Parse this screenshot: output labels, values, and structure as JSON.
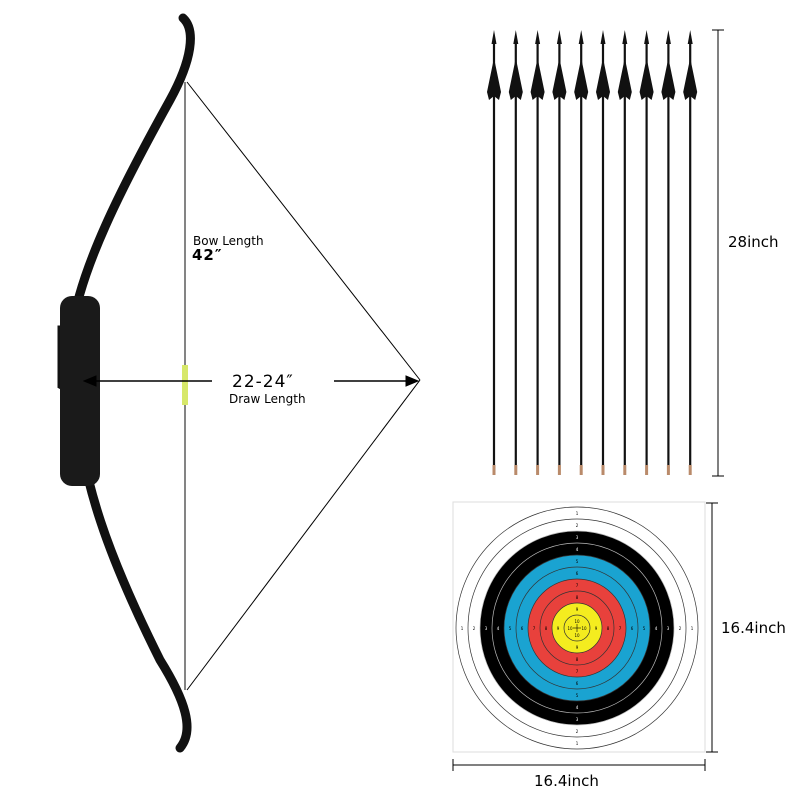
{
  "bow": {
    "length_label": "Bow Length",
    "length_value": "42″",
    "draw_value": "22-24″",
    "draw_label": "Draw Length"
  },
  "arrows": {
    "count": 10,
    "length_label": "28inch"
  },
  "target": {
    "height_label": "16.4inch",
    "width_label": "16.4inch",
    "rings": [
      "#ffffff",
      "#ffffff",
      "#000000",
      "#000000",
      "#1aa3d1",
      "#1aa3d1",
      "#e8413c",
      "#e8413c",
      "#f4ec1f",
      "#f4ec1f"
    ],
    "scores": [
      "1",
      "2",
      "3",
      "4",
      "5",
      "6",
      "7",
      "8",
      "9",
      "10"
    ]
  }
}
